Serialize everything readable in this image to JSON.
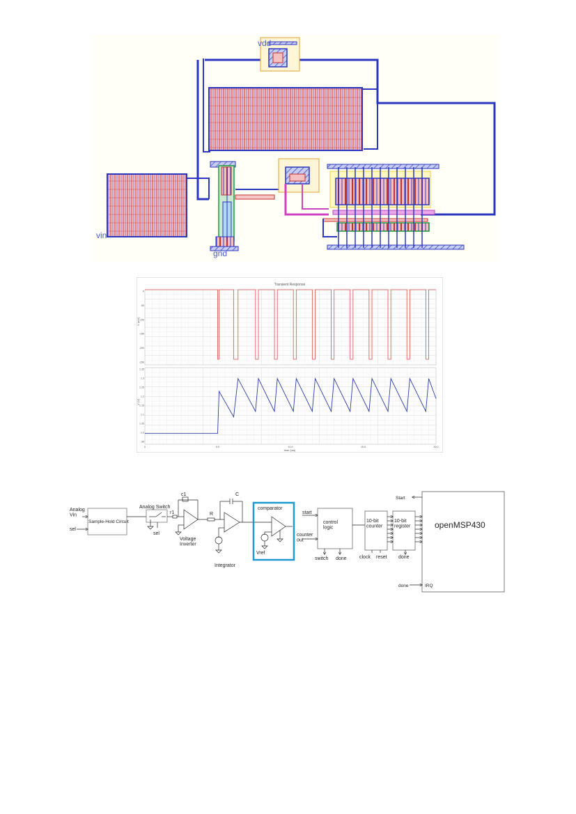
{
  "layout": {
    "vdd_label": "vdd",
    "vin_label": "vin",
    "gnd_label": "gnd"
  },
  "chart_data": {
    "type": "line",
    "title": "Transient Response",
    "xlabel": "time (ms)",
    "xlim": [
      0,
      20
    ],
    "x_ticks": [
      "0",
      "5.0",
      "10.0",
      "15.0",
      "20.0"
    ],
    "grid": true,
    "subplots": [
      {
        "ylabel": "V (mV)",
        "ylim": [
          -270,
          0
        ],
        "y_ticks": [
          "0",
          "-50",
          "-100",
          "-150",
          "-200",
          "-250"
        ],
        "color": "#e04a4a",
        "pulse_high": 0,
        "pulse_low": -250,
        "pulses": [
          [
            5.0,
            5.1
          ],
          [
            6.1,
            6.4
          ],
          [
            7.6,
            7.8
          ],
          [
            8.9,
            9.1
          ],
          [
            10.2,
            10.4
          ],
          [
            11.5,
            11.7
          ],
          [
            12.8,
            13.0
          ],
          [
            14.1,
            14.3
          ],
          [
            15.4,
            15.6
          ],
          [
            16.7,
            16.9
          ],
          [
            18.0,
            18.2
          ],
          [
            19.3,
            19.5
          ]
        ]
      },
      {
        "ylabel": "V (V)",
        "ylim": [
          0.95,
          1.37
        ],
        "y_ticks": [
          "1.35",
          "1.3",
          "1.25",
          "1.2",
          "1.15",
          "1.1",
          "1.05",
          "1.0",
          ".95"
        ],
        "color": "#2a3aa8",
        "x": [
          0,
          5.0,
          5.1,
          6.1,
          6.4,
          7.6,
          7.8,
          8.9,
          9.1,
          10.2,
          10.4,
          11.5,
          11.7,
          12.8,
          13.0,
          14.1,
          14.3,
          15.4,
          15.6,
          16.7,
          16.9,
          18.0,
          18.2,
          19.3,
          19.5,
          20.0
        ],
        "y": [
          1.01,
          1.01,
          1.24,
          1.1,
          1.31,
          1.13,
          1.31,
          1.13,
          1.31,
          1.13,
          1.31,
          1.13,
          1.31,
          1.13,
          1.31,
          1.13,
          1.31,
          1.13,
          1.31,
          1.13,
          1.31,
          1.13,
          1.31,
          1.13,
          1.31,
          1.2
        ]
      }
    ]
  },
  "block": {
    "analog_vin": "Analog\nVin",
    "sel_left": "sel",
    "sample_hold": "Sample-Hold Circuit",
    "analog_switch": "Analog Switch",
    "sel_switch": "sel",
    "r1": "r1",
    "c1": "c1",
    "voltage_inverter": "Voltage\nInverter",
    "R": "R",
    "C": "C",
    "integrator": "Integrator",
    "comparator": "comparator",
    "vref": "Vref",
    "start": "start",
    "counter_out": "counter\nout",
    "control_logic": "control\nlogic",
    "switch": "switch",
    "done_ctrl": "done",
    "counter10": "10-bit\ncounter",
    "register10": "10-bit\nregister",
    "clock": "clock",
    "reset": "reset",
    "done_reg": "done",
    "openmsp": "openMSP430",
    "start_msp": "Start",
    "irq": "IRQ",
    "done_msp": "done",
    "colors": {
      "comparator_box": "#1f9ad0"
    }
  }
}
